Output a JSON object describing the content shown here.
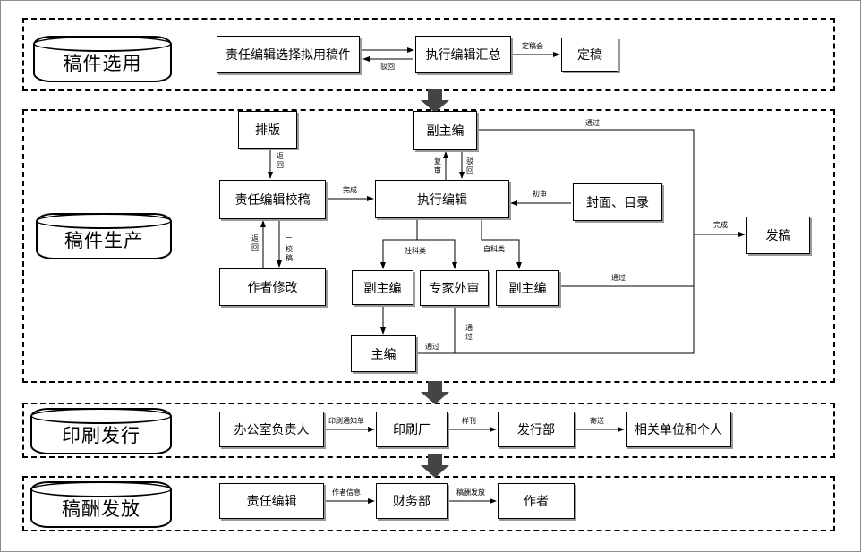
{
  "sections": {
    "selection": "稿件选用",
    "production": "稿件生产",
    "printing": "印刷发行",
    "payment": "稿酬发放"
  },
  "boxes": {
    "select_drafts": "责任编辑选择拟用稿件",
    "exec_summary": "执行编辑汇总",
    "finalize": "定稿",
    "typeset": "排版",
    "deputy_top": "副主编",
    "proofread": "责任编辑校稿",
    "exec_editor": "执行编辑",
    "cover_toc": "封面、目录",
    "publish": "发稿",
    "author_revise": "作者修改",
    "deputy_left": "副主编",
    "expert_review": "专家外审",
    "deputy_right": "副主编",
    "chief_editor": "主编",
    "office_head": "办公室负责人",
    "print_factory": "印刷厂",
    "distribution": "发行部",
    "recipients": "相关单位和个人",
    "resp_editor": "责任编辑",
    "finance": "财务部",
    "author": "作者"
  },
  "labels": {
    "final_meeting": "定稿会",
    "rejected_1": "驳回",
    "passed_top": "通过",
    "return_1": "返回",
    "completed_1": "完成",
    "review_again": "复审",
    "rejected_2": "驳回",
    "first_review": "初审",
    "completed_2": "完成",
    "return_2": "返回",
    "second_proof": "二校稿",
    "social_science": "社科类",
    "natural_science": "自科类",
    "passed_right": "通过",
    "passed_expert": "通过",
    "passed_chief": "通过",
    "print_notice": "印刷通知单",
    "sample_journal": "样刊",
    "mailing": "寄送",
    "author_info": "作者信息",
    "payment_issue": "稿酬发放"
  }
}
